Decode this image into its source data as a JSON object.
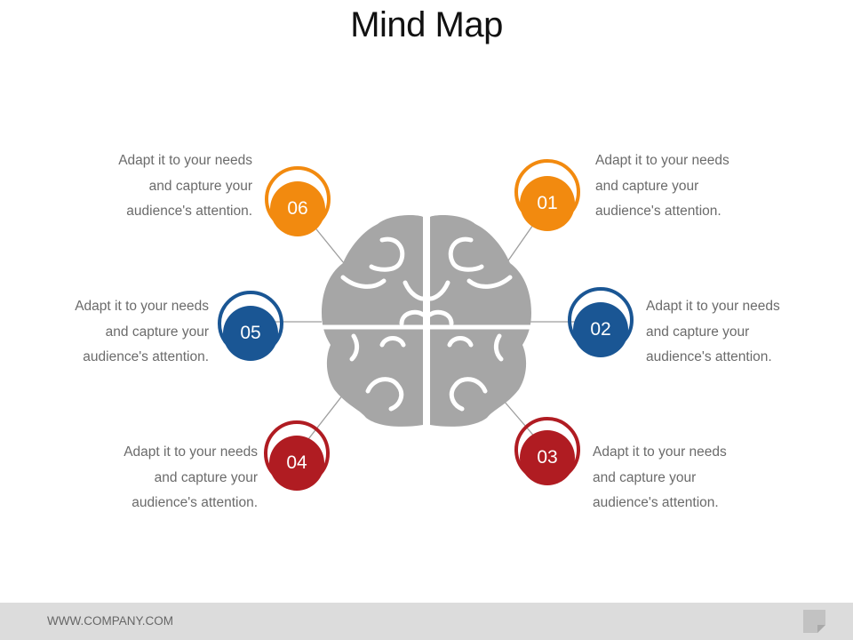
{
  "title": "Mind Map",
  "colors": {
    "orange": "#f28a0f",
    "blue": "#1a5694",
    "red": "#b01c22",
    "brain": "#a6a6a6",
    "line": "#9e9e9e"
  },
  "items": [
    {
      "number": "01",
      "color": "#f28a0f",
      "lines": [
        "Adapt it to your needs",
        "and capture your",
        "audience's attention."
      ]
    },
    {
      "number": "02",
      "color": "#1a5694",
      "lines": [
        "Adapt it to your needs",
        "and capture your",
        "audience's attention."
      ]
    },
    {
      "number": "03",
      "color": "#b01c22",
      "lines": [
        "Adapt it to your needs",
        "and capture your",
        "audience's attention."
      ]
    },
    {
      "number": "04",
      "color": "#b01c22",
      "lines": [
        "Adapt it to your needs",
        "and capture your",
        "audience's attention."
      ]
    },
    {
      "number": "05",
      "color": "#1a5694",
      "lines": [
        "Adapt it to your needs",
        "and capture your",
        "audience's attention."
      ]
    },
    {
      "number": "06",
      "color": "#f28a0f",
      "lines": [
        "Adapt it to your needs",
        "and capture your",
        "audience's attention."
      ]
    }
  ],
  "footer": {
    "website": "WWW.COMPANY.COM"
  }
}
